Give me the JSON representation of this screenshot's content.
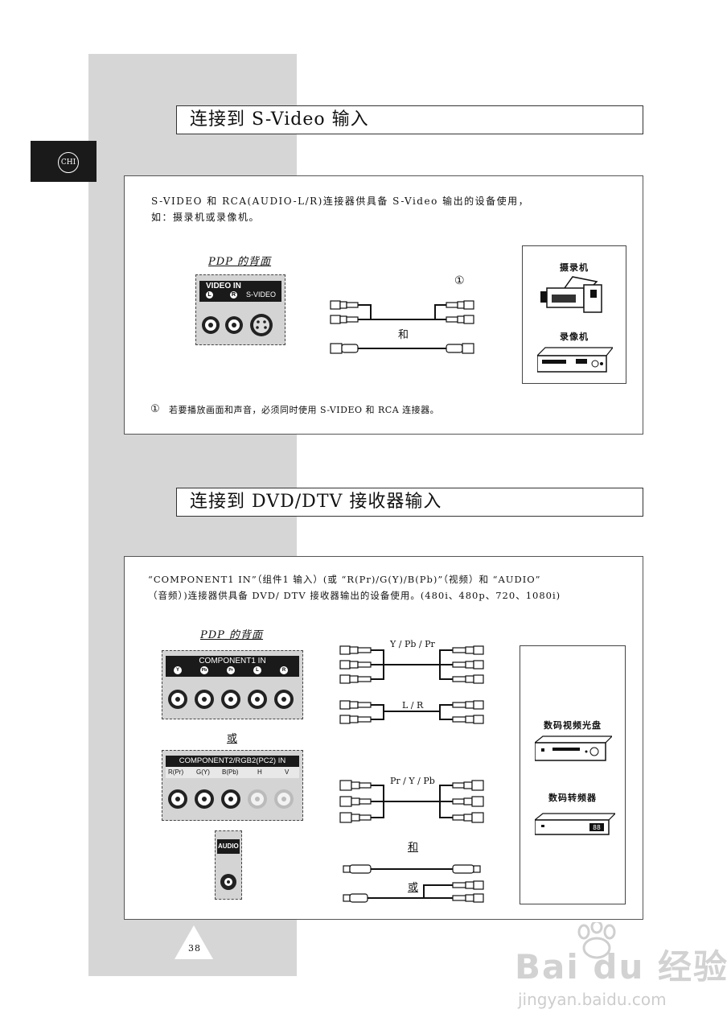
{
  "side_tab": {
    "language": "CHI"
  },
  "section1": {
    "title": "连接到 S-Video 输入",
    "desc_line1": "S-VIDEO 和 RCA(AUDIO-L/R)连接器供具备 S-Video 输出的设备使用，",
    "desc_line2": "如：摄录机或录像机。",
    "pdp_label": "PDP 的背面",
    "panel_header": "VIDEO IN",
    "jack_labels": [
      "L",
      "R",
      "S-VIDEO"
    ],
    "circled_one": "①",
    "and_label": "和",
    "device1": "摄录机",
    "device2": "录像机",
    "note_marker": "①",
    "note": "若要播放画面和声音，必须同时使用 S-VIDEO 和 RCA 连接器。"
  },
  "section2": {
    "title": "连接到 DVD/DTV 接收器输入",
    "desc_line1": "“COMPONENT1 IN”（组件1 输入）(或 “R(Pr)/G(Y)/B(Pb)”（视频）和 “AUDIO”",
    "desc_line2": "（音频）)连接器供具备 DVD/ DTV 接收器输出的设备使用。(480i、480p、720、1080i)",
    "pdp_label": "PDP 的背面",
    "component1_header": "COMPONENT1 IN",
    "component1_jacks": [
      "Y",
      "Pb",
      "Pr",
      "L",
      "R"
    ],
    "or_label_1": "或",
    "component2_header": "COMPONENT2/RGB2(PC2) IN",
    "component2_jacks": [
      "R(Pr)",
      "G(Y)",
      "B(Pb)",
      "H",
      "V"
    ],
    "audio_header": "AUDIO",
    "cable_label_ypbpr": "Y / Pb / Pr",
    "cable_label_lr": "L / R",
    "cable_label_prypb": "Pr / Y / Pb",
    "and_label": "和",
    "or_label_2": "或",
    "device1": "数码视频光盘",
    "device2": "数码转频器",
    "stb_display": "88"
  },
  "page_number": "38",
  "watermark": {
    "brand": "Bai du 经验",
    "url": "jingyan.baidu.com"
  }
}
